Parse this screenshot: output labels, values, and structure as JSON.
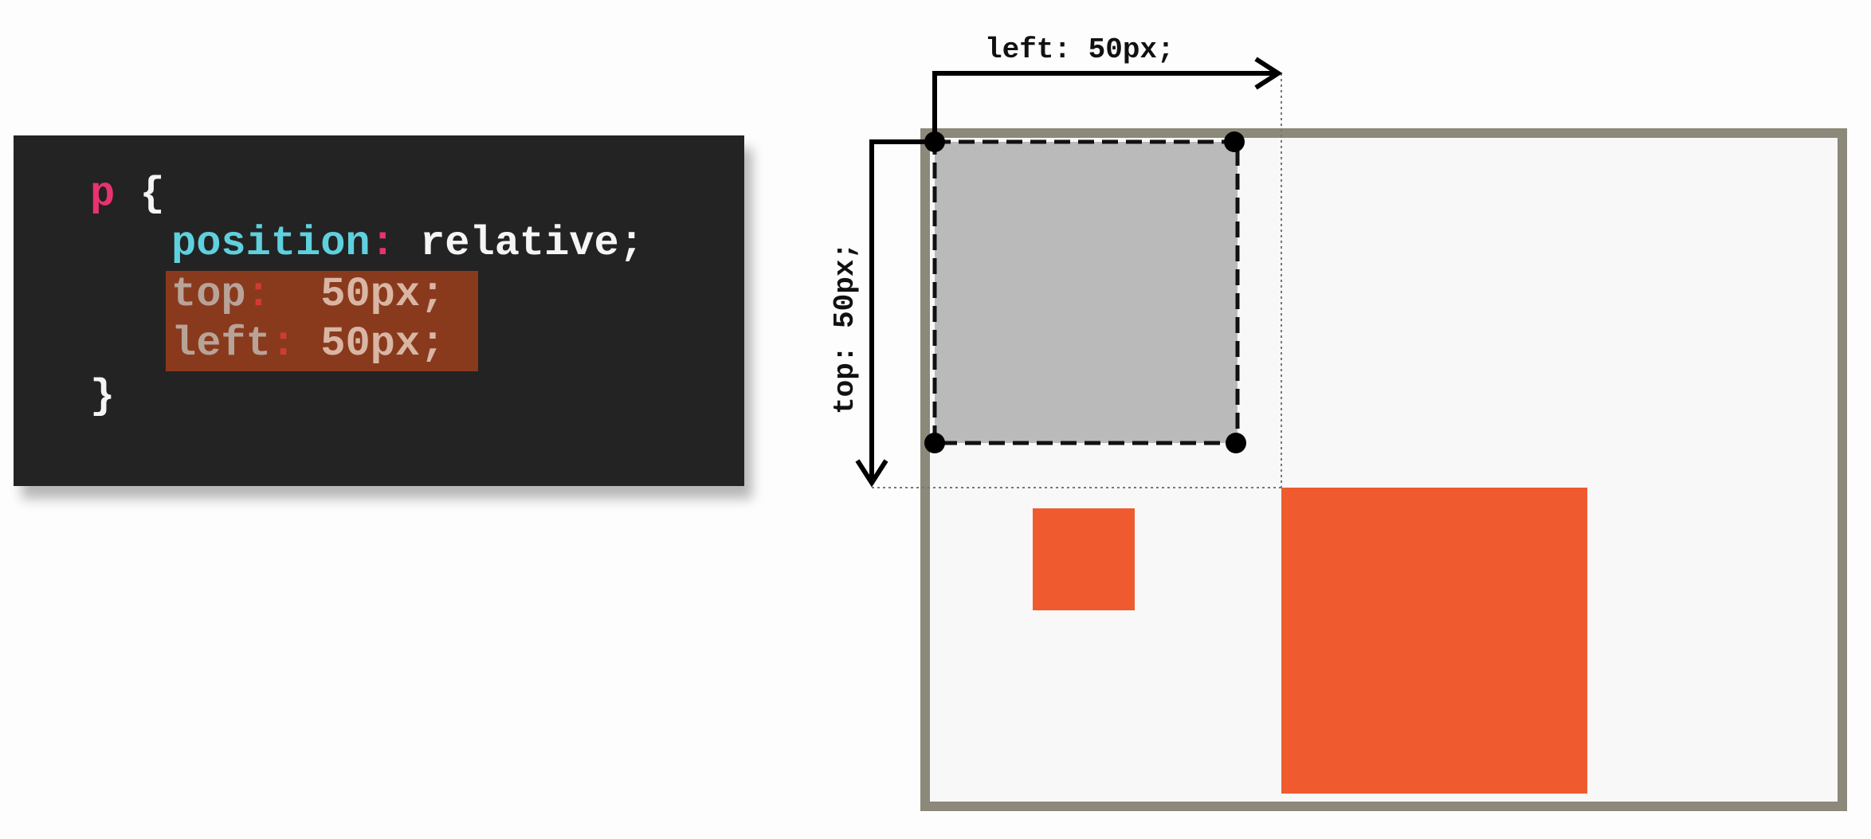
{
  "code": {
    "selector": "p",
    "open_brace": "{",
    "close_brace": "}",
    "position_prop": "position",
    "position_val": "relative;",
    "top_prop": "top",
    "top_val": "50px;",
    "left_prop": "left",
    "left_val": "50px;",
    "colon": ":"
  },
  "diagram": {
    "left_label": "left: 50px;",
    "top_label": "top: 50px;"
  },
  "colors": {
    "panel_bg": "#232323",
    "highlight": "#8a3a1c",
    "selector": "#e8336f",
    "property": "#5fd0de",
    "container_border": "#8c887a",
    "element_fill": "#bababa",
    "orange": "#ef5b2e"
  }
}
